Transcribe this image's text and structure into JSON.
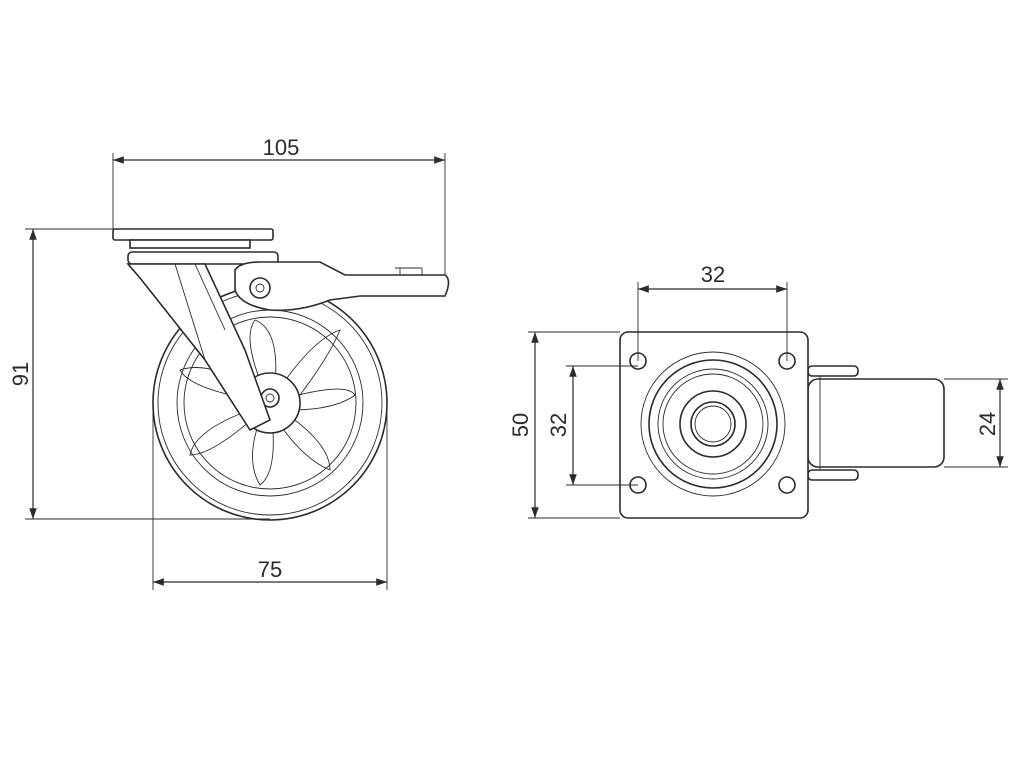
{
  "dimensions": {
    "side_overall_length": "105",
    "side_height": "91",
    "side_wheel_diameter": "75",
    "top_plate_hole_spacing_x": "32",
    "top_plate_width": "50",
    "top_plate_hole_spacing_y": "32",
    "top_wheel_width": "24"
  },
  "colors": {
    "line": "#2b2b2b",
    "background": "#ffffff"
  }
}
